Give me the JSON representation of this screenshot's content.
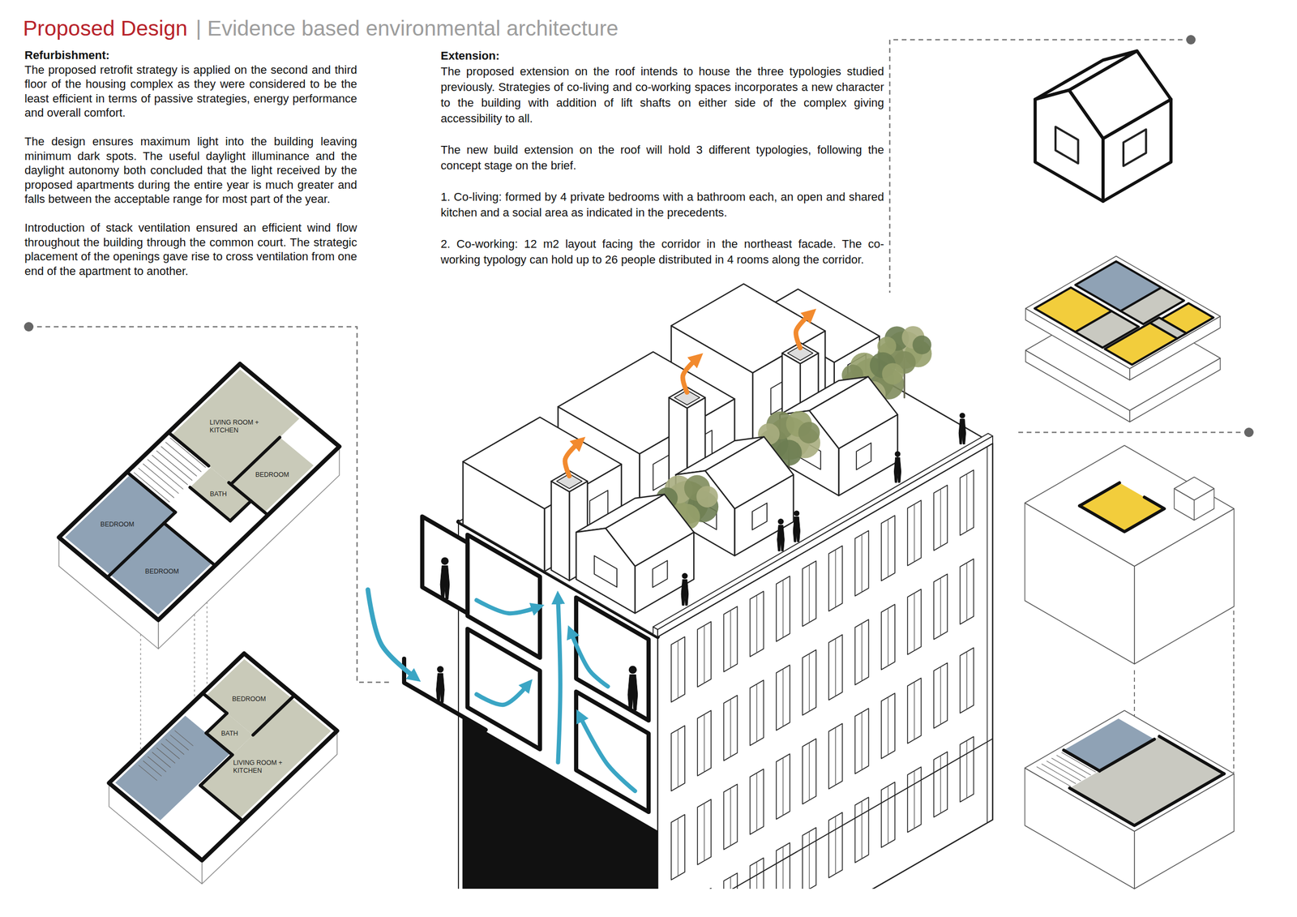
{
  "diagram": {
    "title": "Proposed Design",
    "labels": [
      "| Evidence based environmental architecture",
      "Refurbishment:",
      "The proposed retrofit strategy is applied on the second and third floor of the housing complex as they were considered to be the least efficient in terms of passive strategies, energy performance and overall comfort.",
      "The design ensures maximum light into the building leaving minimum dark spots. The useful daylight illuminance and the daylight autonomy both concluded that the light received by the proposed apartments during the entire year is much greater and falls between the acceptable range for most part of the year.",
      "Introduction of stack ventilation ensured an efficient wind flow throughout the building through the common court. The strategic placement of the openings gave rise to cross ventilation from one end of the apartment to another.",
      "Extension:",
      "The proposed extension on the roof intends to house the three typologies studied previously. Strategies of co-living and co-working spaces incorporates a new character to the building with addition of lift shafts on either side of the complex giving accessibility to all.",
      "The new build extension on the roof will hold 3 different typologies, following the concept stage on the brief.",
      "1. Co-living: formed by 4 private bedrooms with a bathroom each, an open and shared kitchen and a social area as indicated in the precedents.",
      "2. Co-working: 12 m2 layout facing the corridor in the northeast facade. The co-working typology can hold up to 26 people distributed in 4 rooms along the corridor.",
      "LIVING ROOM + KITCHEN",
      "BEDROOM",
      "BATH",
      "BEDROOM",
      "BEDROOM",
      "BEDROOM",
      "BATH",
      "LIVING ROOM + KITCHEN"
    ]
  }
}
